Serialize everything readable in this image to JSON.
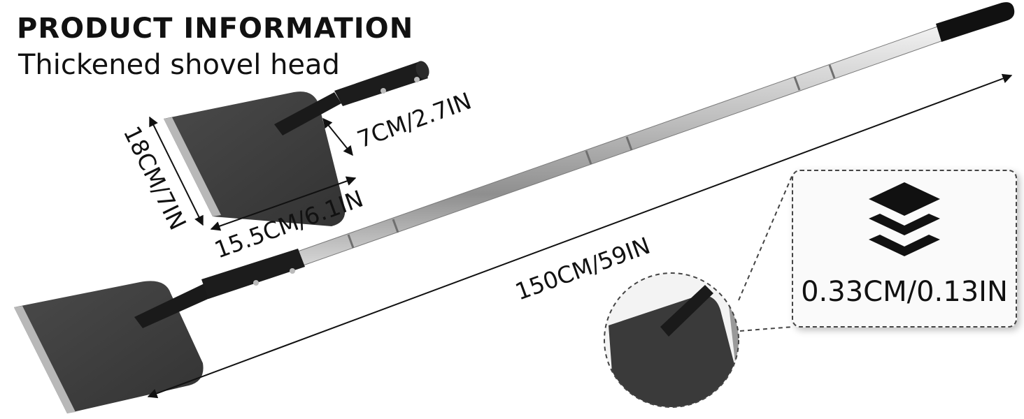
{
  "header": {
    "title": "PRODUCT INFORMATION",
    "subtitle": "Thickened shovel head"
  },
  "dimensions": {
    "head_height": "18CM/7IN",
    "head_width": "15.5CM/6.1IN",
    "neck_length": "7CM/2.7IN",
    "total_length": "150CM/59IN",
    "thickness": "0.33CM/0.13IN"
  },
  "icons": {
    "thickness": "layers-icon"
  },
  "colors": {
    "blade": "#404040",
    "blade_edge": "#b8b8b8",
    "handle_metal": "#c7c7c7",
    "grip": "#111111"
  }
}
